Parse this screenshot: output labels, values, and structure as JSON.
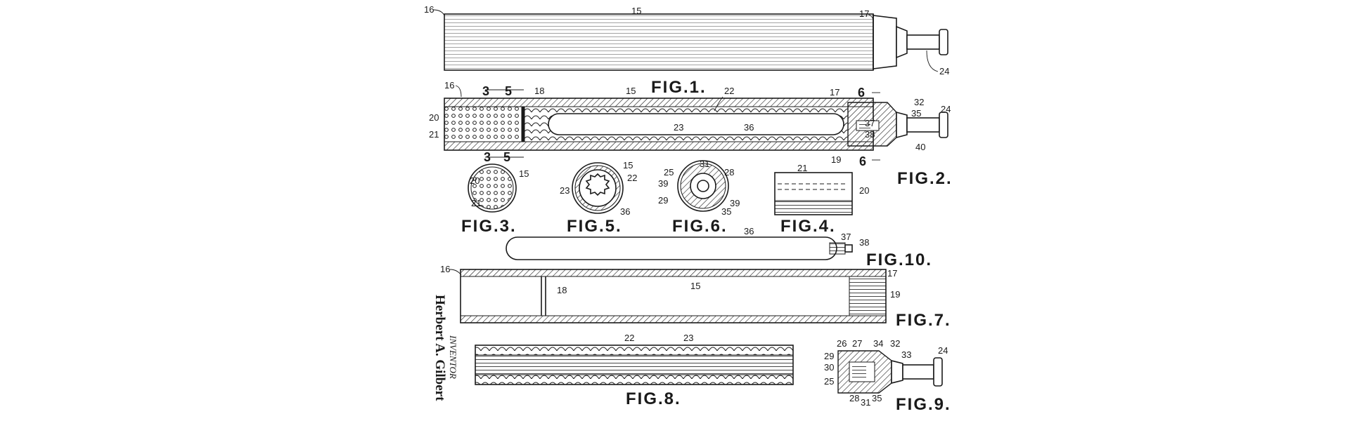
{
  "figures": {
    "fig1": "FIG.1.",
    "fig2": "FIG.2.",
    "fig3": "FIG.3.",
    "fig4": "FIG.4.",
    "fig5": "FIG.5.",
    "fig6": "FIG.6.",
    "fig7": "FIG.7.",
    "fig8": "FIG.8.",
    "fig9": "FIG.9.",
    "fig10": "FIG.10."
  },
  "inventor": {
    "name": "Herbert A. Gilbert",
    "caption": "INVENTOR"
  },
  "refs": {
    "r15": "15",
    "r16": "16",
    "r17": "17",
    "r18": "18",
    "r19": "19",
    "r20": "20",
    "r21": "21",
    "r22": "22",
    "r23": "23",
    "r24": "24",
    "r25": "25",
    "r26": "26",
    "r27": "27",
    "r28": "28",
    "r29": "29",
    "r30": "30",
    "r31": "31",
    "r32": "32",
    "r33": "33",
    "r34": "34",
    "r35": "35",
    "r36": "36",
    "r37": "37",
    "r38": "38",
    "r39": "39",
    "r40": "40",
    "sec3": "3",
    "sec5": "5",
    "sec6": "6"
  }
}
